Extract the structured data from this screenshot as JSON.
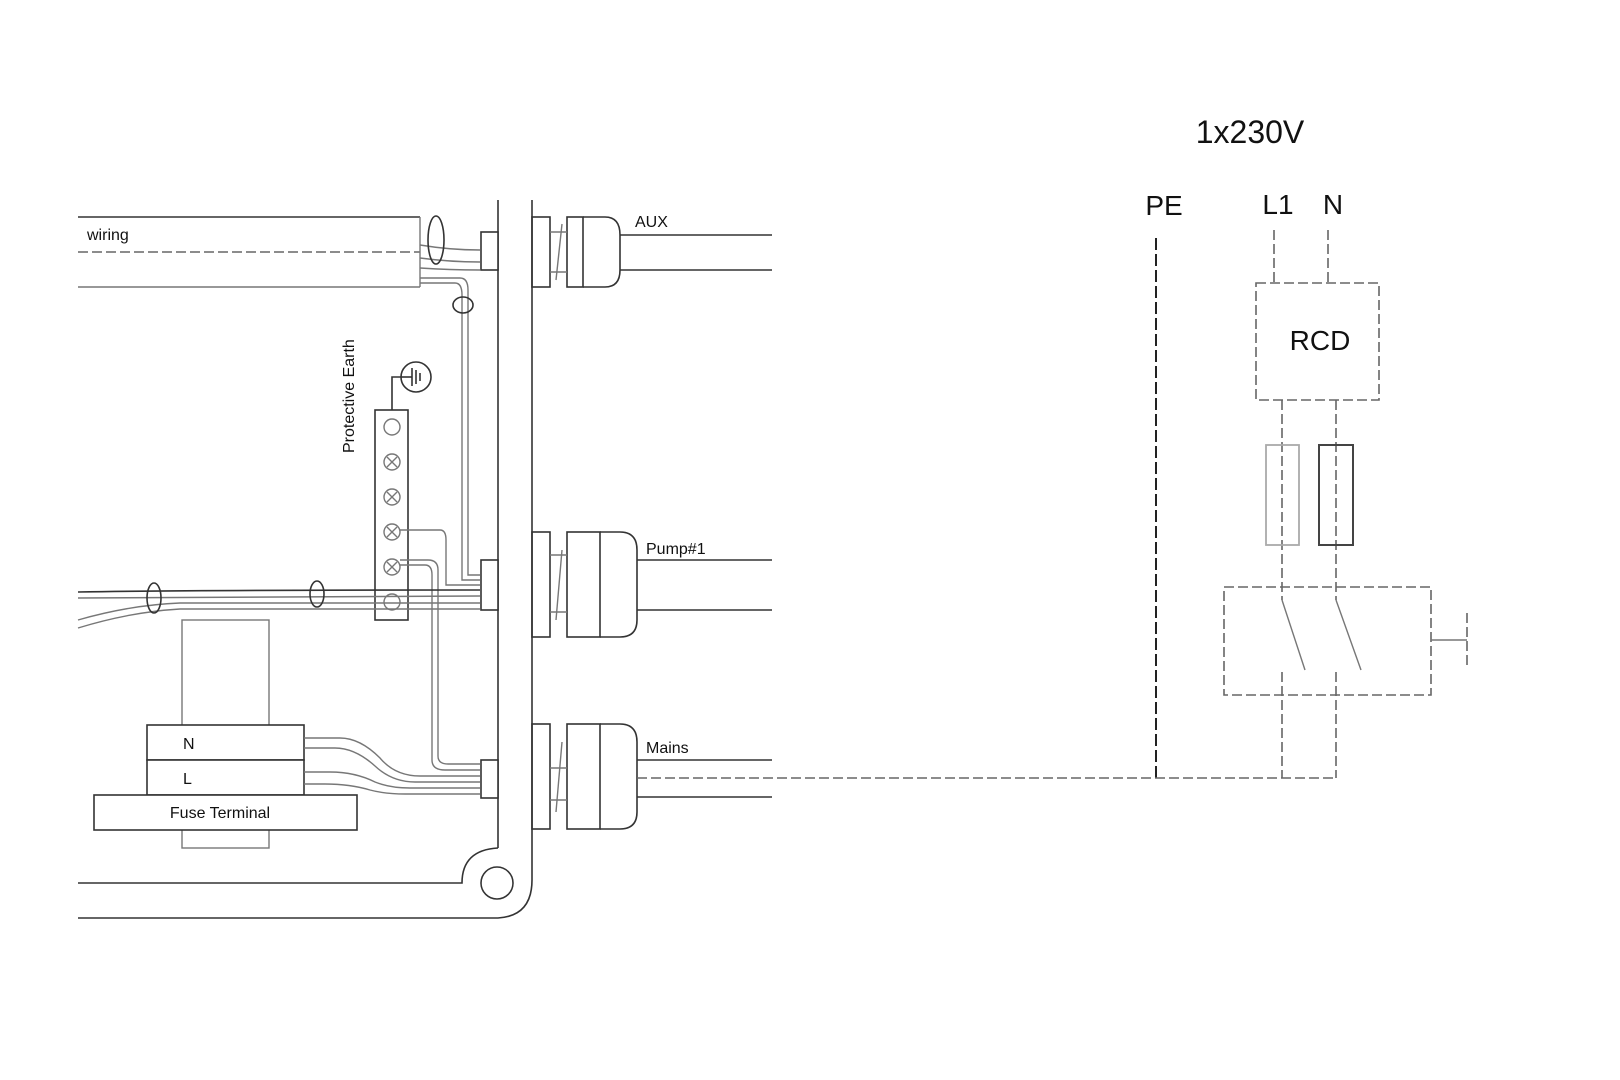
{
  "title": "1x230V",
  "supply": {
    "pe": "PE",
    "l1": "L1",
    "n": "N",
    "rcd": "RCD"
  },
  "enclosure": {
    "wiring_label": "wiring",
    "protective_earth_label": "Protective Earth",
    "fuse_terminal_label": "Fuse Terminal",
    "terminal_n": "N",
    "terminal_l": "L",
    "glands": [
      {
        "label": "AUX"
      },
      {
        "label": "Pump#1"
      },
      {
        "label": "Mains"
      }
    ]
  }
}
